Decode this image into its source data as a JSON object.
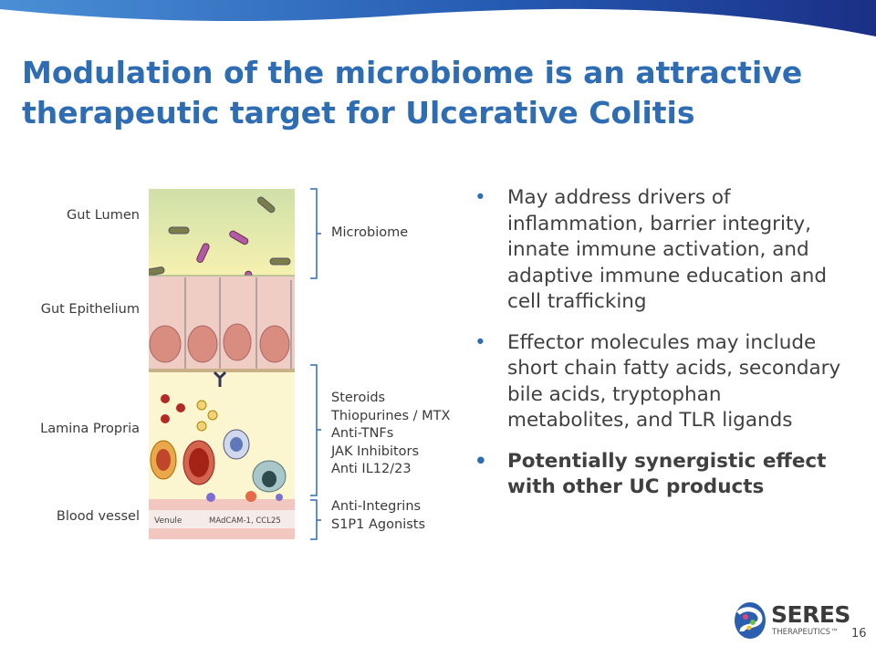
{
  "title": "Modulation of the microbiome is an attractive therapeutic target for Ulcerative Colitis",
  "diagram": {
    "layers": [
      "Gut Lumen",
      "Gut Epithelium",
      "Lamina Propria",
      "Blood vessel"
    ],
    "groups": {
      "microbiome": "Microbiome",
      "lamina": [
        "Steroids",
        "Thiopurines / MTX",
        "Anti-TNFs",
        "JAK Inhibitors",
        "Anti IL12/23"
      ],
      "vessel": [
        "Anti-Integrins",
        "S1P1 Agonists"
      ]
    },
    "figure_labels": {
      "venule": "Venule",
      "madcam": "MAdCAM-1, CCL25"
    }
  },
  "bullets": [
    "May address drivers of inflammation, barrier integrity, innate immune activation, and adaptive immune education and cell trafficking",
    "Effector molecules may include short chain fatty acids, secondary bile acids, tryptophan metabolites, and TLR ligands",
    "Potentially synergistic effect with other UC products"
  ],
  "bullet_glyph": "•",
  "logo": {
    "name": "SERES",
    "sub": "THERAPEUTICS™"
  },
  "page_number": "16",
  "colors": {
    "title": "#2e6db4",
    "bracket": "#2e6db4",
    "wave": "#1f3f8f"
  }
}
